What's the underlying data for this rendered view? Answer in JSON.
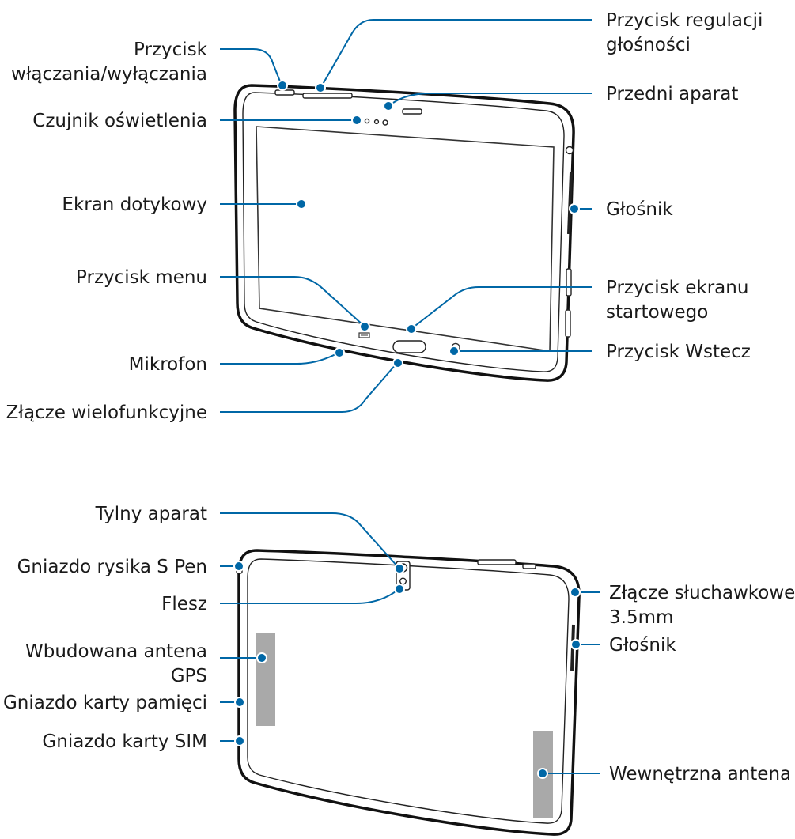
{
  "accent_color": "#0067a6",
  "antenna_fill": "#a9a9a9",
  "front": {
    "labels": {
      "power": [
        "Przycisk",
        "włączania/wyłączania"
      ],
      "light_sensor": "Czujnik oświetlenia",
      "touchscreen": "Ekran dotykowy",
      "menu": "Przycisk menu",
      "microphone": "Mikrofon",
      "multipurpose": "Złącze wielofunkcyjne",
      "volume": [
        "Przycisk regulacji",
        "głośności"
      ],
      "front_camera": "Przedni aparat",
      "speaker": "Głośnik",
      "home": [
        "Przycisk ekranu",
        "startowego"
      ],
      "back": "Przycisk Wstecz"
    }
  },
  "rear": {
    "labels": {
      "rear_camera": "Tylny aparat",
      "spen_slot": "Gniazdo rysika S Pen",
      "flash": "Flesz",
      "gps_antenna": [
        "Wbudowana antena",
        "GPS"
      ],
      "memory_slot": "Gniazdo karty pamięci",
      "sim_slot": "Gniazdo karty SIM",
      "headset_jack": [
        "Złącze słuchawkowe",
        "3.5mm"
      ],
      "speaker": "Głośnik",
      "internal_antenna": "Wewnętrzna antena"
    }
  }
}
